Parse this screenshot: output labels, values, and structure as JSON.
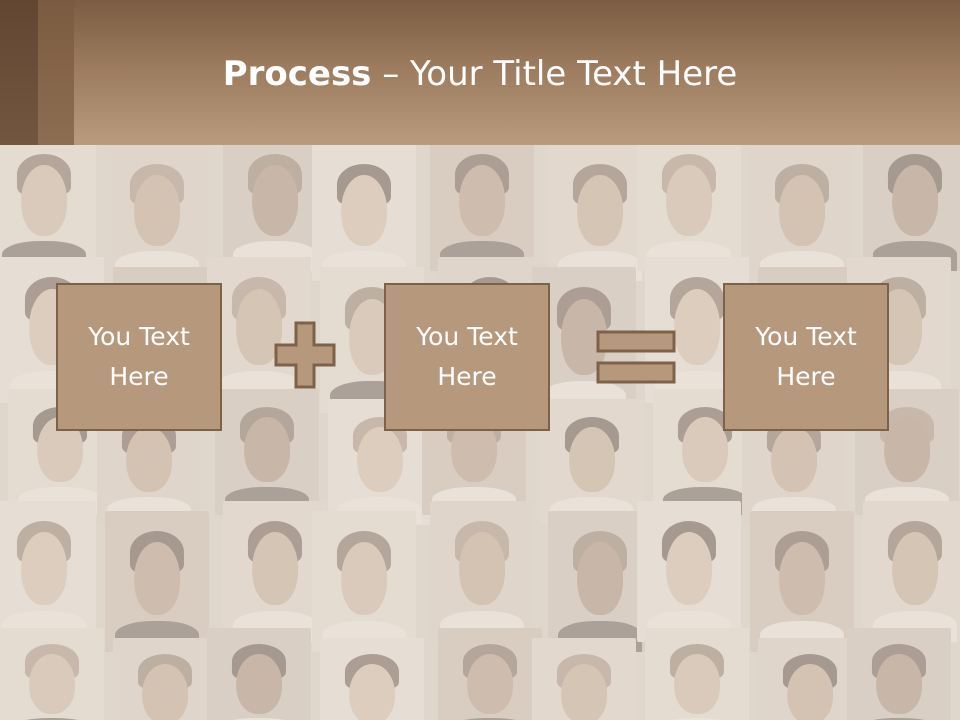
{
  "slide": {
    "title_bold": "Process",
    "title_rest": " – Your Title Text Here",
    "boxes": [
      {
        "label": "You Text\nHere"
      },
      {
        "label": "You Text\nHere"
      },
      {
        "label": "You Text\nHere"
      }
    ],
    "operators": [
      "plus",
      "equals"
    ]
  },
  "colors": {
    "header_top": "#7c5d43",
    "header_bottom": "#b99b7d",
    "box_fill": "#b6997d",
    "box_border": "#7d6149",
    "text": "#ffffff"
  }
}
